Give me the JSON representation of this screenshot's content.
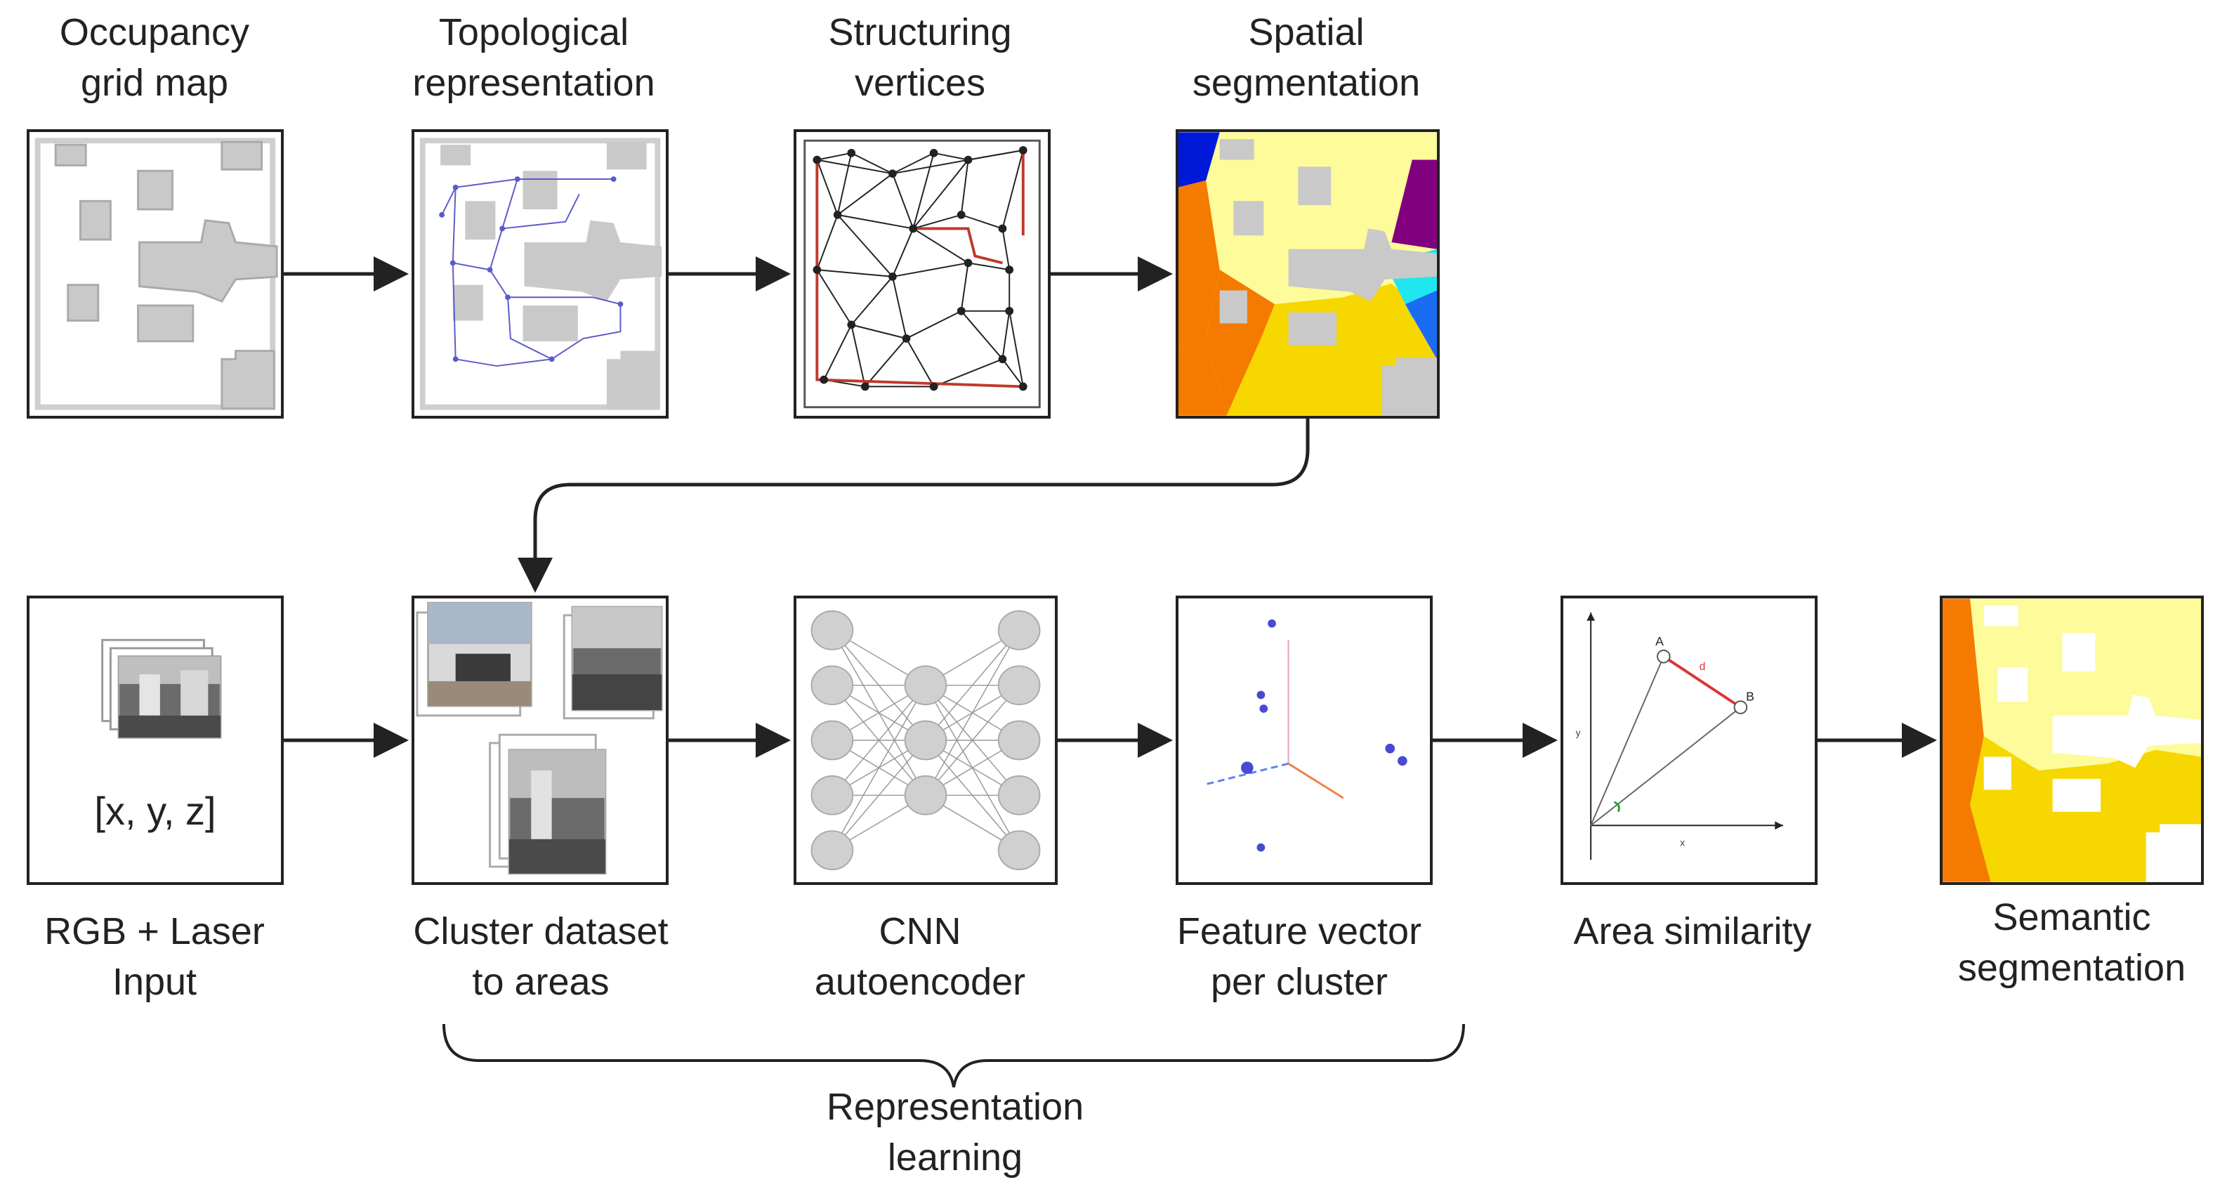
{
  "stages": {
    "occupancy": "Occupancy\ngrid map",
    "topological": "Topological\nrepresentation",
    "structuring": "Structuring\nvertices",
    "spatial": "Spatial\nsegmentation",
    "rgb": "RGB + Laser\nInput",
    "cluster": "Cluster dataset\nto areas",
    "cnn": "CNN\nautoencoder",
    "feature": "Feature vector\nper cluster",
    "area": "Area similarity",
    "semantic": "Semantic\nsegmentation"
  },
  "rgb_coordinates": "[x, y, z]",
  "bracket_label": "Representation\nlearning",
  "area_plot": {
    "point_a": "A",
    "point_b": "B",
    "edge": "d",
    "axis_x": "x",
    "axis_y": "y"
  },
  "colors": {
    "line": "#222222",
    "obstacle": "#c9c9c9",
    "graph_edge": "#5a5acc",
    "delaunay_border": "#c0392b",
    "seg_yellow": "#fdfb9a",
    "seg_gold": "#f7d700",
    "seg_orange": "#f47a00",
    "seg_blue": "#0019d9",
    "seg_purple": "#800080",
    "seg_cyan": "#20e6f0",
    "node_fill": "#d0d0d0"
  }
}
